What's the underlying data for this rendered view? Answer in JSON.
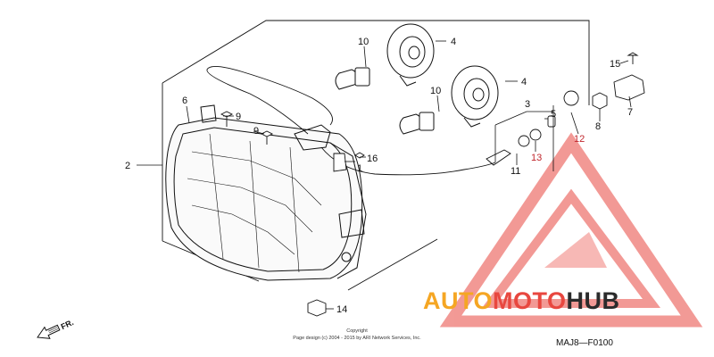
{
  "colors": {
    "line": "#111111",
    "watermark_red": "#e8473f",
    "watermark_orange": "#f5a623",
    "watermark_dark": "#2b2b2b"
  },
  "callouts": [
    {
      "id": "c1",
      "label": "1"
    },
    {
      "id": "c2",
      "label": "2"
    },
    {
      "id": "c3",
      "label": "3"
    },
    {
      "id": "c4a",
      "label": "4"
    },
    {
      "id": "c4b",
      "label": "4"
    },
    {
      "id": "c5",
      "label": "5"
    },
    {
      "id": "c6",
      "label": "6"
    },
    {
      "id": "c7",
      "label": "7"
    },
    {
      "id": "c8",
      "label": "8"
    },
    {
      "id": "c9a",
      "label": "9"
    },
    {
      "id": "c9b",
      "label": "9"
    },
    {
      "id": "c10a",
      "label": "10"
    },
    {
      "id": "c10b",
      "label": "10"
    },
    {
      "id": "c11",
      "label": "11"
    },
    {
      "id": "c12",
      "label": "12"
    },
    {
      "id": "c13",
      "label": "13"
    },
    {
      "id": "c14",
      "label": "14"
    },
    {
      "id": "c15",
      "label": "15"
    },
    {
      "id": "c16",
      "label": "16"
    }
  ],
  "copyright": {
    "line1": "Copyright",
    "line2": "Page design (c) 2004 - 2015 by ARI Network Services, Inc."
  },
  "diagram_code": "MAJ8—F0100",
  "watermark": {
    "part1": "AUTO",
    "part2": "MOTO",
    "part3": "HUB"
  },
  "direction": {
    "label": "FR."
  }
}
